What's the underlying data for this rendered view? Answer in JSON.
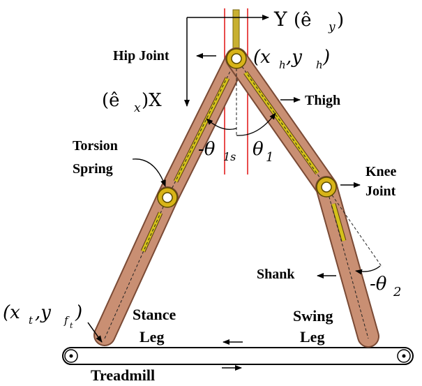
{
  "axes": {
    "y_axis": "Y",
    "y_unit": "(ê",
    "y_sub": "y",
    "y_close": ")",
    "x_open": "(ê",
    "x_sub": "x",
    "x_axis": ")X"
  },
  "labels": {
    "hip_joint": "Hip Joint",
    "hip_coord": "(x",
    "hip_coord_h1": "h",
    "hip_coord_sep": ",y",
    "hip_coord_h2": "h",
    "hip_coord_close": ")",
    "thigh": "Thigh",
    "torsion": "Torsion",
    "spring": "Spring",
    "theta1s": "-θ",
    "theta1s_sub": "1s",
    "theta1": "θ",
    "theta1_sub": "1",
    "knee": "Knee",
    "joint": "Joint",
    "shank": "Shank",
    "theta2": "-θ",
    "theta2_sub": "2",
    "foot_coord": "(x",
    "foot_coord_t": "t",
    "foot_coord_sep": ",y",
    "foot_coord_f": "f",
    "foot_coord_ft": "t",
    "foot_coord_close": ")",
    "stance": "Stance",
    "leg_stance": "Leg",
    "swing": "Swing",
    "leg_swing": "Leg",
    "treadmill": "Treadmill"
  },
  "colors": {
    "leg_fill": "#c98f73",
    "leg_stroke": "#7a4a35",
    "spring": "#d4c21a",
    "joint_ring": "#d8b418",
    "ref_line": "#e01010",
    "stem": "#c8b030"
  }
}
